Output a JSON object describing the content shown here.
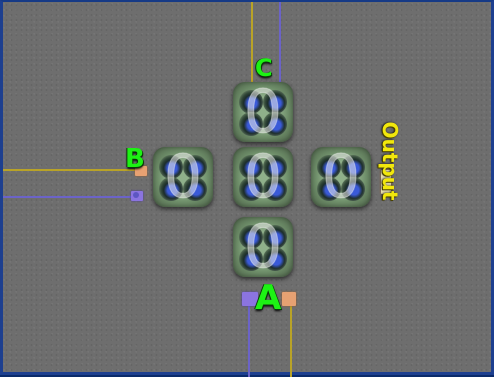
{
  "circuit": {
    "input_labels": {
      "a": "A",
      "b": "B",
      "c": "C"
    },
    "output_label": "Output",
    "cells": [
      {
        "id": "top",
        "digit": "0"
      },
      {
        "id": "left",
        "digit": "0"
      },
      {
        "id": "center",
        "digit": "0"
      },
      {
        "id": "right",
        "digit": "0"
      },
      {
        "id": "bottom",
        "digit": "0"
      }
    ],
    "colors": {
      "label_green": "#1df214",
      "label_yellow": "#f1e70c",
      "wire_yellow": "#b9a327",
      "wire_purple": "#6b63c8",
      "pad_orange": "#e7a172",
      "pad_purple": "#8b74e0",
      "board": "#6e6e6e",
      "frame": "#1d3f8f"
    }
  }
}
